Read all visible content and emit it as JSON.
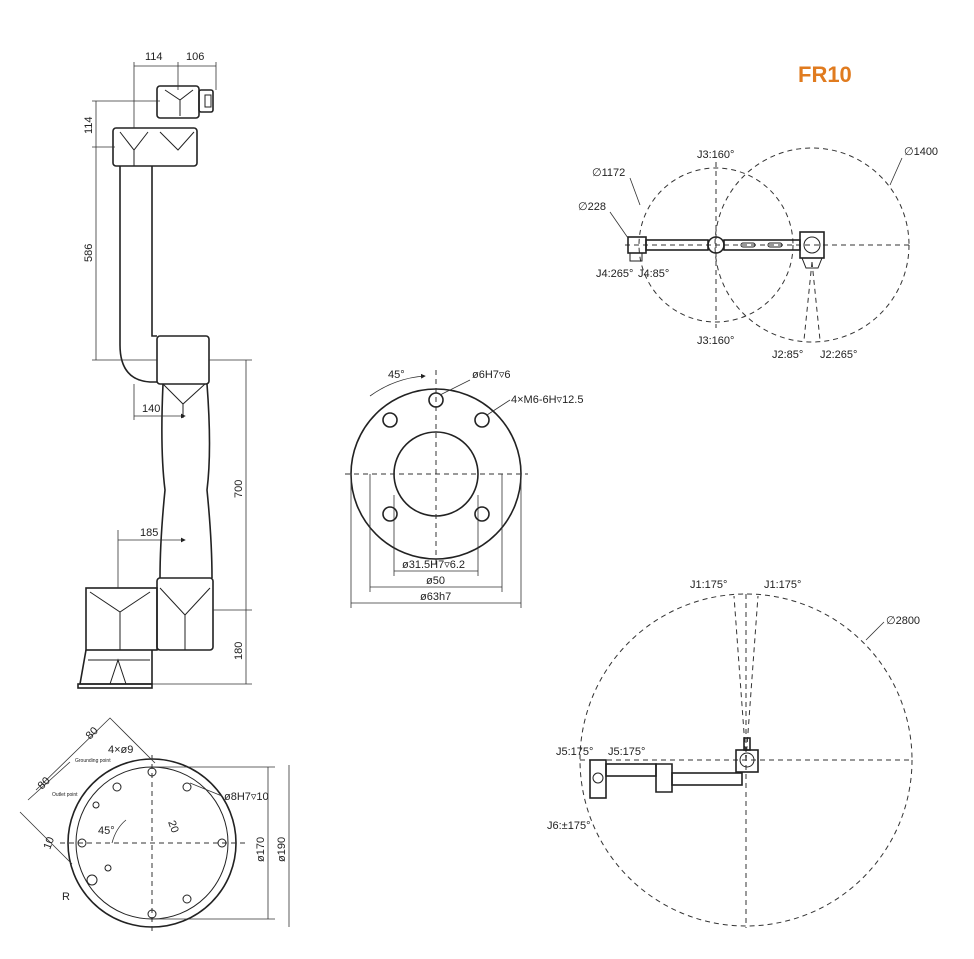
{
  "title": "FR10",
  "side_view": {
    "dims": [
      "114",
      "106",
      "114",
      "586",
      "140",
      "700",
      "185",
      "180"
    ]
  },
  "flange": {
    "labels": [
      "45°",
      "ø6H7▿6",
      "4×M6-6H▿12.5",
      "ø31.5H7▿6.2",
      "ø50",
      "ø63h7"
    ]
  },
  "base": {
    "labels": [
      "80",
      "4×ø9",
      "80",
      "Grounding point",
      "Outlet point",
      "ø8H7▿10",
      "45°",
      "20",
      "10",
      "R",
      "ø170",
      "ø190"
    ]
  },
  "top_reach": {
    "labels": [
      "J3:160°",
      "∅1400",
      "∅1172",
      "∅228",
      "J4:265°",
      "J4:85°",
      "J3:160°",
      "J2:85°",
      "J2:265°"
    ]
  },
  "plan_reach": {
    "labels": [
      "J1:175°",
      "J1:175°",
      "∅2800",
      "J5:175°",
      "J5:175°",
      "J6:±175°"
    ]
  },
  "colors": {
    "title": "#e07b1f",
    "line": "#222222"
  }
}
